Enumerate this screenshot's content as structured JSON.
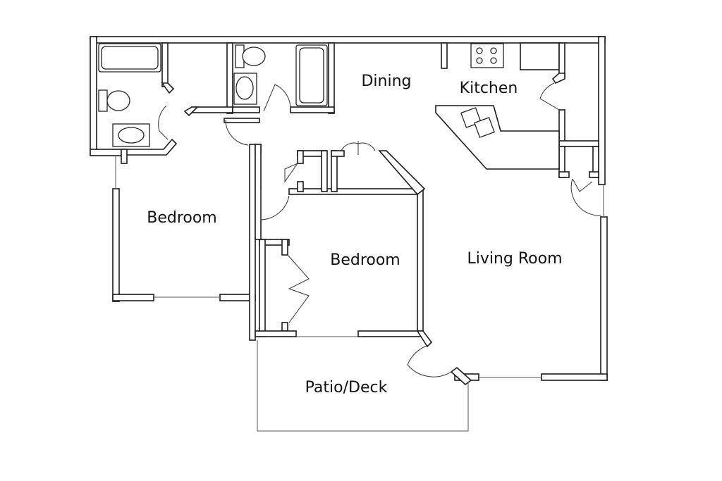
{
  "rooms": {
    "dining": "Dining",
    "kitchen": "Kitchen",
    "bedroom_left": "Bedroom",
    "bedroom_center": "Bedroom",
    "living_room": "Living Room",
    "patio": "Patio/Deck"
  }
}
